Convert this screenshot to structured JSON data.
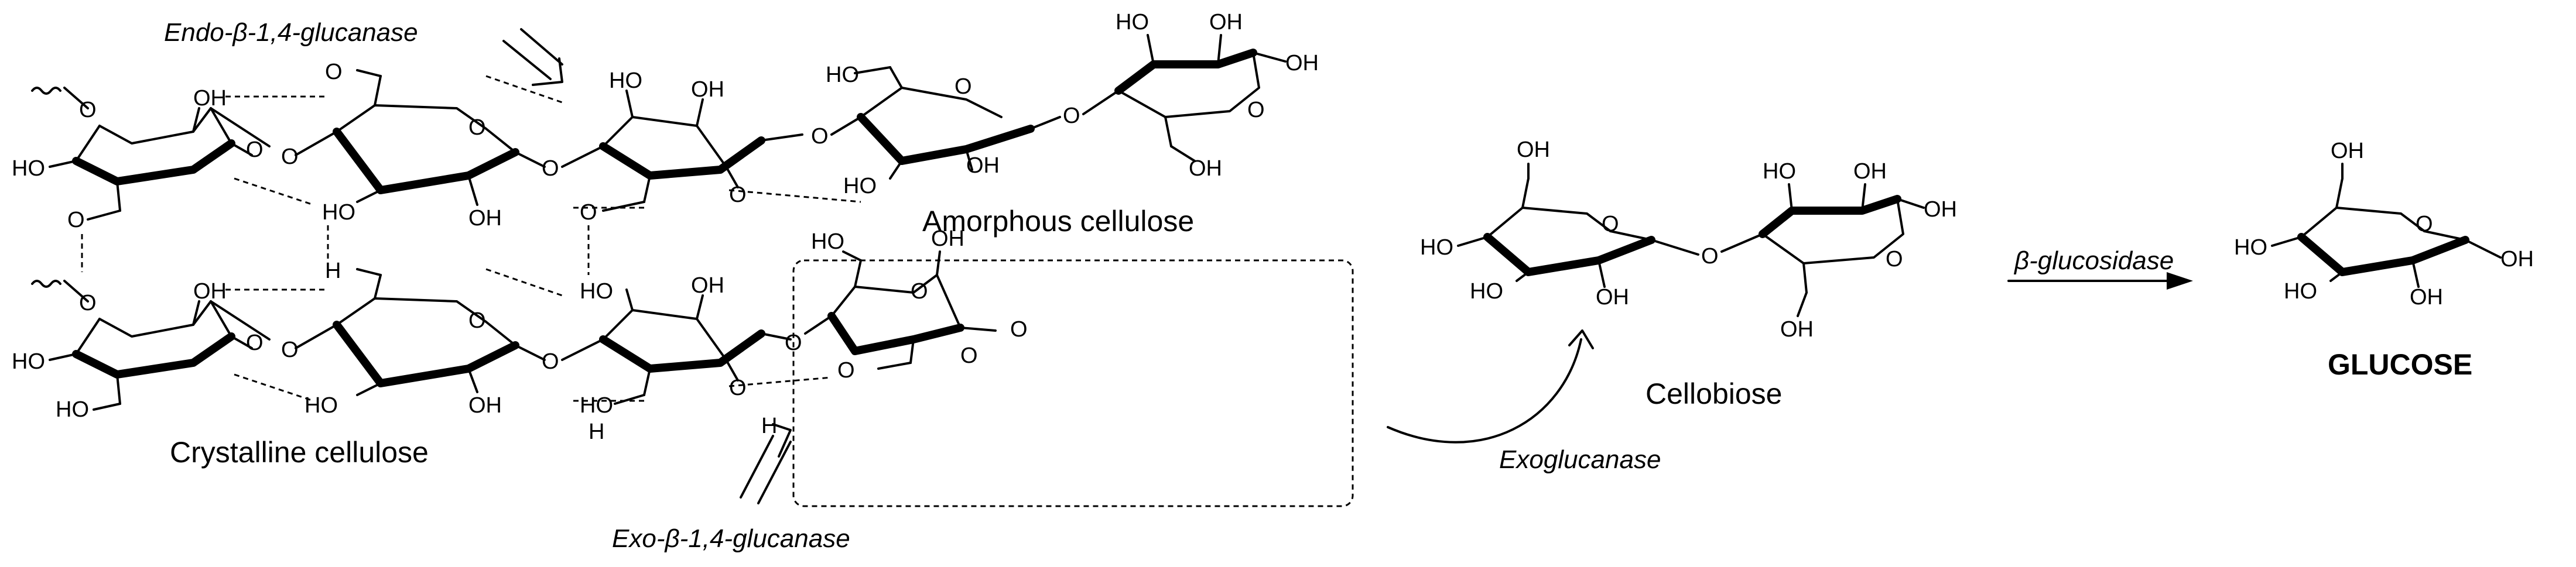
{
  "labels": {
    "endo": "Endo-β-1,4-glucanase",
    "exo": "Exo-β-1,4-glucanase",
    "amorphous": "Amorphous cellulose",
    "crystalline": "Crystalline cellulose",
    "cellobiose": "Cellobiose",
    "exoglucanase": "Exoglucanase",
    "bglucosidase": "β-glucosidase",
    "glucose": "GLUCOSE"
  },
  "atoms": {
    "oh": "OH",
    "ho": "HO",
    "o": "O",
    "h": "H"
  }
}
